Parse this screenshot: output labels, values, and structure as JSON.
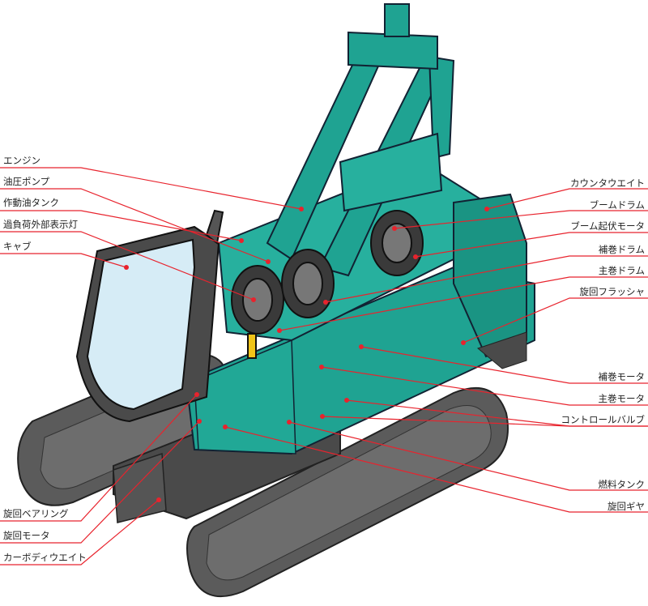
{
  "colors": {
    "body": "#1fa392",
    "body_dark": "#127a6b",
    "track": "#5b5b5b",
    "track_dark": "#3f3f3f",
    "cab_glass": "#d6ecf6",
    "leader": "#e8232d"
  },
  "labels_left": [
    {
      "text": "エンジン"
    },
    {
      "text": "油圧ポンプ"
    },
    {
      "text": "作動油タンク"
    },
    {
      "text": "過負荷外部表示灯"
    },
    {
      "text": "キャブ"
    },
    {
      "text": "旋回ベアリング"
    },
    {
      "text": "旋回モータ"
    },
    {
      "text": "カーボディウエイト"
    }
  ],
  "labels_right": [
    {
      "text": "カウンタウエイト"
    },
    {
      "text": "ブームドラム"
    },
    {
      "text": "ブーム起伏モータ"
    },
    {
      "text": "補巻ドラム"
    },
    {
      "text": "主巻ドラム"
    },
    {
      "text": "旋回フラッシャ"
    },
    {
      "text": "補巻モータ"
    },
    {
      "text": "主巻モータ"
    },
    {
      "text": "コントロールバルブ"
    },
    {
      "text": "燃料タンク"
    },
    {
      "text": "旋回ギヤ"
    }
  ]
}
